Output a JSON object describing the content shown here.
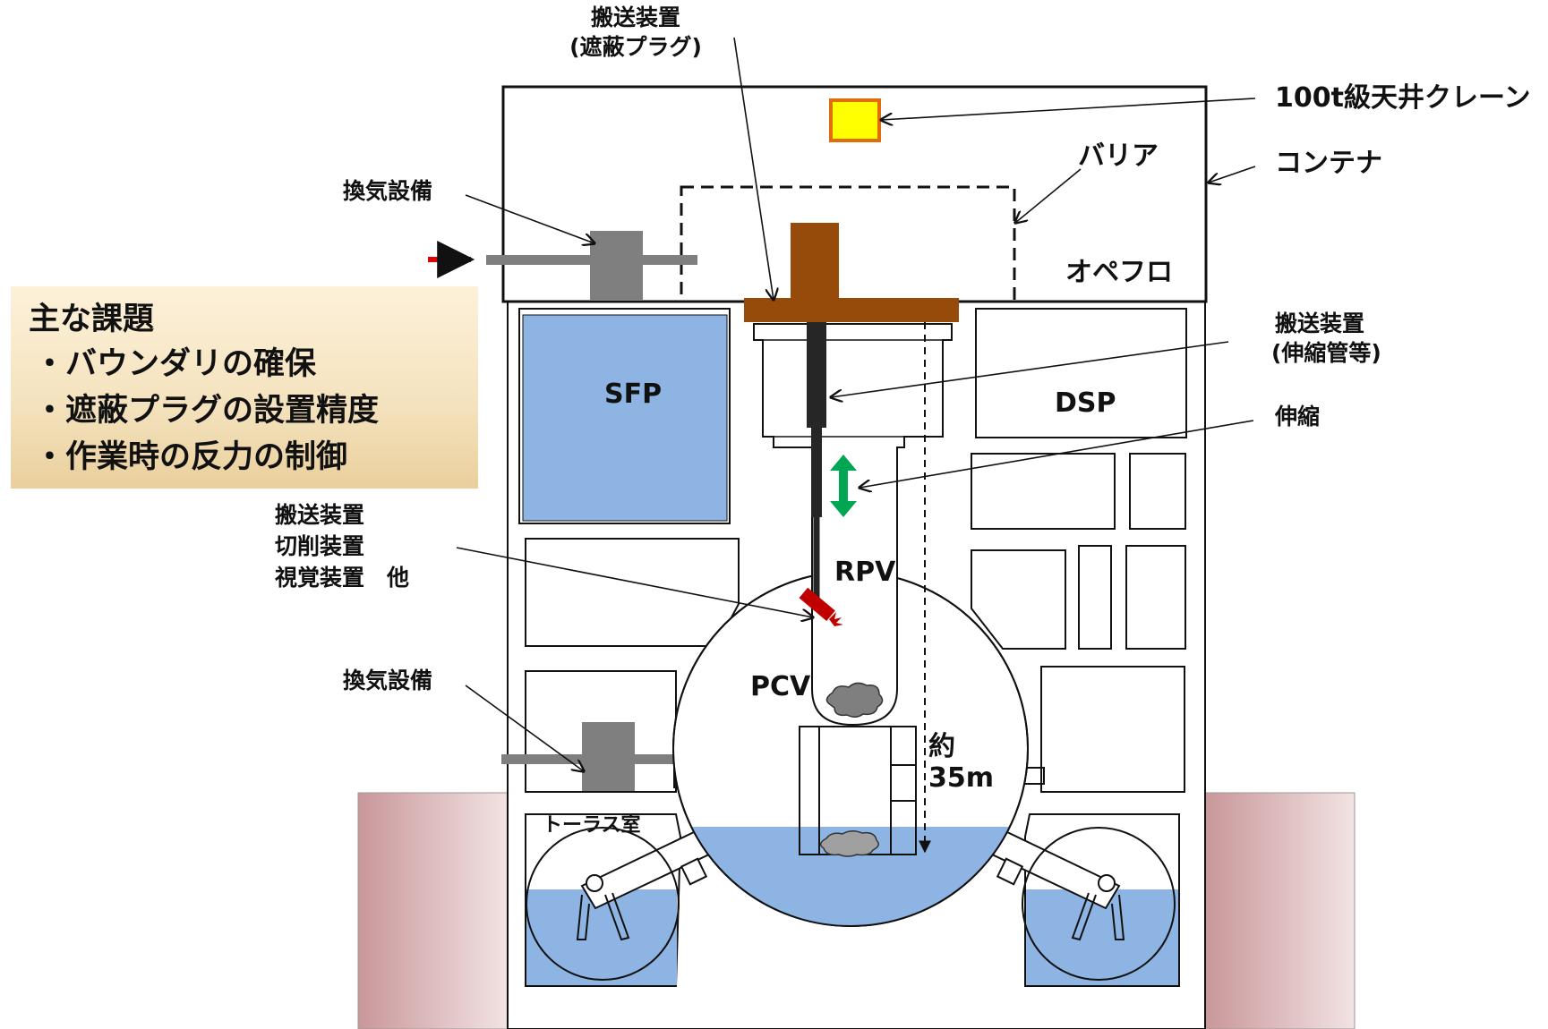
{
  "labels": {
    "transport_plug": [
      "搬送装置",
      "(遮蔽プラグ)"
    ],
    "crane": "100t級天井クレーン",
    "barrier": "バリア",
    "container": "コンテナ",
    "ventilation_top": "換気設備",
    "opefl": "オペフロ",
    "transport_tube": [
      "搬送装置",
      "(伸縮管等)"
    ],
    "telescopic": "伸縮",
    "sfp": "SFP",
    "dsp": "DSP",
    "rpv": "RPV",
    "pcv": "PCV",
    "tools": [
      "搬送装置",
      "切削装置",
      "視覚装置　他"
    ],
    "ventilation_bottom": "換気設備",
    "distance": [
      "約",
      "35m"
    ],
    "torus_room": "トーラス室"
  },
  "issues": {
    "title": "主な課題",
    "items": [
      "・バウンダリの確保",
      "・遮蔽プラグの設置精度",
      "・作業時の反力の制御"
    ]
  },
  "colors": {
    "water": "#8db4e2",
    "plug": "#964b0a",
    "crane": "#ffff00",
    "crane_border": "#e36c09",
    "equipment": "#7f7f7f",
    "air_arrow": "#e00000",
    "telescopic_arrow": "#00a651",
    "tool": "#c00000",
    "ground": "#c9979a",
    "issues_bg": "#f4e2bd"
  },
  "icons": [
    "gas-arrow-icon",
    "double-arrow-icon",
    "debris-icon",
    "cutter-tool-icon"
  ]
}
